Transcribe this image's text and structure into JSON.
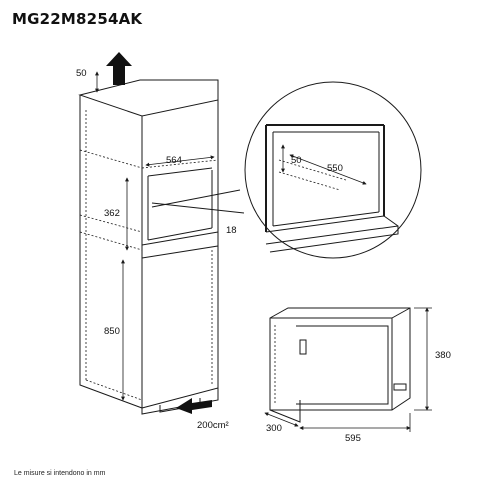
{
  "title": "MG22M8254AK",
  "footnote": "Le misure si intendono in mm",
  "dimensions": {
    "top_clearance": "50",
    "cabinet_width": "564",
    "niche_height": "362",
    "shelf_thickness": "18",
    "base_height": "850",
    "vent_area": "200cm²",
    "detail_inset": "50",
    "detail_depth": "550",
    "oven_height": "380",
    "oven_depth": "300",
    "oven_width": "595"
  }
}
